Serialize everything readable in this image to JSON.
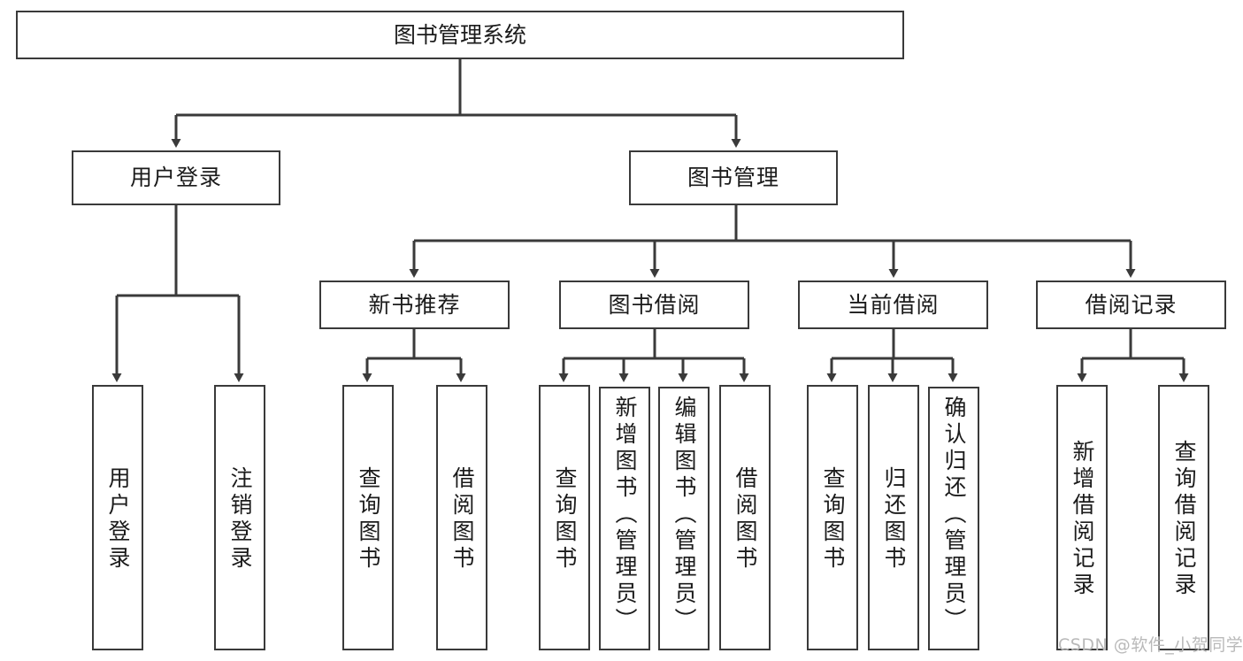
{
  "diagram": {
    "type": "hierarchy-tree",
    "title": "图书管理系统",
    "root": {
      "id": "root",
      "label": "图书管理系统"
    },
    "level2": [
      {
        "id": "user-login",
        "label": "用户登录"
      },
      {
        "id": "book-management",
        "label": "图书管理"
      }
    ],
    "level3": [
      {
        "id": "new-book-recommend",
        "label": "新书推荐",
        "parent": "book-management"
      },
      {
        "id": "book-borrow",
        "label": "图书借阅",
        "parent": "book-management"
      },
      {
        "id": "current-borrow",
        "label": "当前借阅",
        "parent": "book-management"
      },
      {
        "id": "borrow-record",
        "label": "借阅记录",
        "parent": "book-management"
      }
    ],
    "leaves": [
      {
        "id": "leaf-user-login",
        "label": "用户登录",
        "parent": "user-login"
      },
      {
        "id": "leaf-logout",
        "label": "注销登录",
        "parent": "user-login"
      },
      {
        "id": "leaf-query-book-1",
        "label": "查询图书",
        "parent": "new-book-recommend"
      },
      {
        "id": "leaf-borrow-book-1",
        "label": "借阅图书",
        "parent": "new-book-recommend"
      },
      {
        "id": "leaf-query-book-2",
        "label": "查询图书",
        "parent": "book-borrow"
      },
      {
        "id": "leaf-add-book",
        "label": "新增图书（管理员）",
        "parent": "book-borrow"
      },
      {
        "id": "leaf-edit-book",
        "label": "编辑图书（管理员）",
        "parent": "book-borrow"
      },
      {
        "id": "leaf-borrow-book-2",
        "label": "借阅图书",
        "parent": "book-borrow"
      },
      {
        "id": "leaf-query-book-3",
        "label": "查询图书",
        "parent": "current-borrow"
      },
      {
        "id": "leaf-return-book",
        "label": "归还图书",
        "parent": "current-borrow"
      },
      {
        "id": "leaf-confirm-return",
        "label": "确认归还（管理员）",
        "parent": "current-borrow"
      },
      {
        "id": "leaf-add-record",
        "label": "新增借阅记录",
        "parent": "borrow-record"
      },
      {
        "id": "leaf-query-record",
        "label": "查询借阅记录",
        "parent": "borrow-record"
      }
    ]
  },
  "watermark": {
    "text": "CSDN @软件_小贺同学"
  },
  "colors": {
    "stroke": "#3a3a3a",
    "text": "#1b1b1b",
    "background": "#ffffff",
    "watermark": "#b9b9b9"
  }
}
